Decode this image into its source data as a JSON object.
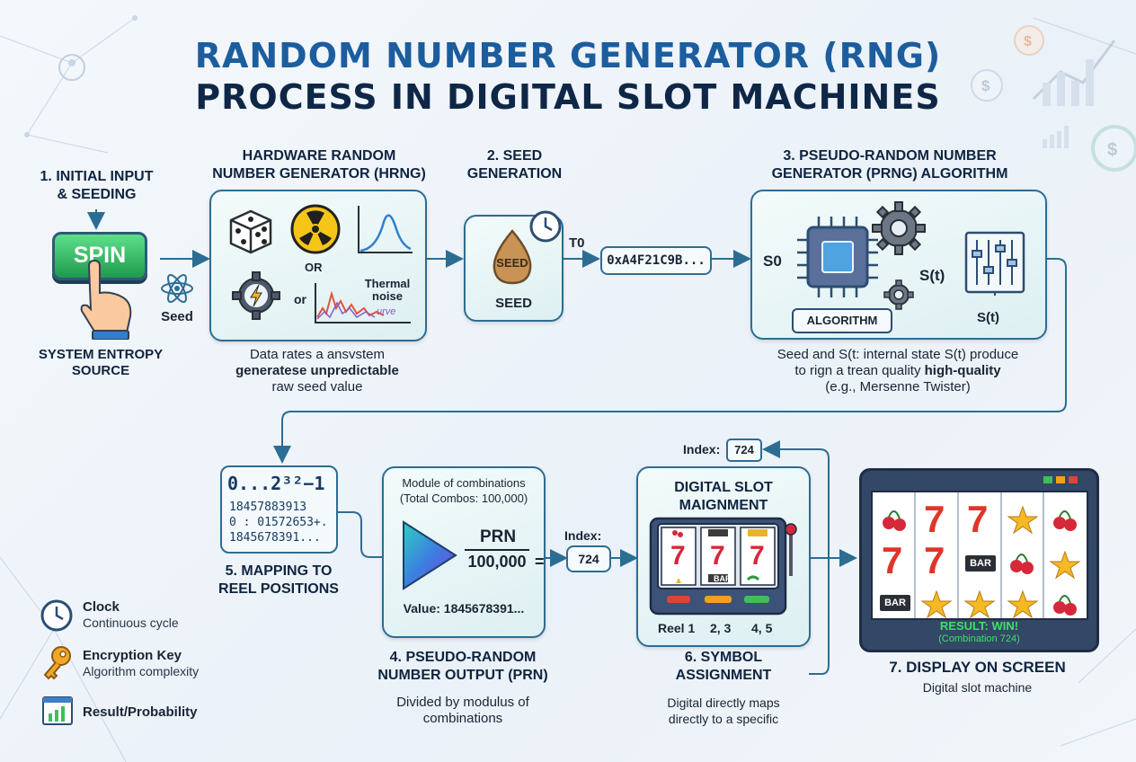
{
  "title_line1": "RANDOM NUMBER GENERATOR (RNG)",
  "title_line2": "PROCESS IN DIGITAL SLOT MACHINES",
  "step1": {
    "line1": "1. INITIAL INPUT",
    "line2": "& SEEDING",
    "button": "SPIN",
    "seed_label": "Seed",
    "caption1": "SYSTEM ENTROPY",
    "caption2": "SOURCE"
  },
  "hrng": {
    "line1": "HARDWARE RANDOM",
    "line2": "NUMBER GENERATOR (HRNG)",
    "or_upper": "OR",
    "or_lower": "or",
    "thermal1": "Thermal",
    "thermal2": "noise",
    "curve": "urve",
    "desc1": "Data rates a ansvstem",
    "desc2": "generatese unpredictable",
    "desc3": "raw seed value"
  },
  "step2": {
    "line1": "2. SEED",
    "line2": "GENERATION",
    "seed_on_egg": "SEED",
    "seed_caption": "SEED",
    "t0": "T0",
    "hex": "0xA4F21C9B..."
  },
  "step3": {
    "line1": "3. PSEUDO-RANDOM NUMBER",
    "line2": "GENERATOR (PRNG) ALGORITHM",
    "s0": "S0",
    "st_mid": "S(t)",
    "st_low": "S(t)",
    "algorithm": "ALGORITHM",
    "desc1": "Seed and S(t: internal state S(t) produce",
    "desc2a": "to rign a trean quality ",
    "desc2b": "high-quality",
    "desc3": "(e.g., Mersenne Twister)"
  },
  "step5": {
    "range": "0...2³²−1",
    "n1": "18457883913",
    "n2": "0 : 01572653+.",
    "n3": "1845678391...",
    "line1": "5. MAPPING TO",
    "line2": "REEL POSITIONS"
  },
  "step4": {
    "module1": "Module of combinations",
    "module2": "(Total Combos: 100,000)",
    "prn": "PRN",
    "denominator": "100,000",
    "equals": "=",
    "value": "Value: 1845678391...",
    "line1": "4. PSEUDO-RANDOM",
    "line2": "NUMBER OUTPUT (PRN)",
    "desc1": "Divided by modulus of",
    "desc2": "combinations",
    "index_label": "Index:",
    "index_value": "724"
  },
  "step6": {
    "index_label": "Index:",
    "index_value": "724",
    "line1": "DIGITAL SLOT",
    "line2": "MAIGNMENT",
    "reel_labels": [
      "Reel 1",
      "2, 3",
      "4, 5"
    ],
    "bar": "BAR",
    "title1": "6. SYMBOL",
    "title2": "ASSIGNMENT",
    "desc1": "Digital directly maps",
    "desc2": "directly to a specific"
  },
  "step7": {
    "bar": "BAR",
    "result": "RESULT: WIN!",
    "combination": "(Combination 724)",
    "title": "7. DISPLAY ON SCREEN",
    "desc": "Digital slot machine"
  },
  "legend": [
    {
      "icon": "clock-icon",
      "title": "Clock",
      "sub": "Continuous cycle"
    },
    {
      "icon": "key-icon",
      "title": "Encryption Key",
      "sub": "Algorithm complexity"
    },
    {
      "icon": "bar-chart-icon",
      "title": "Result/Probability",
      "sub": ""
    }
  ],
  "colors": {
    "title_blue": "#1c5d9e",
    "navy": "#0f2747",
    "line": "#2c6d93",
    "win_green": "#3fe06a"
  }
}
